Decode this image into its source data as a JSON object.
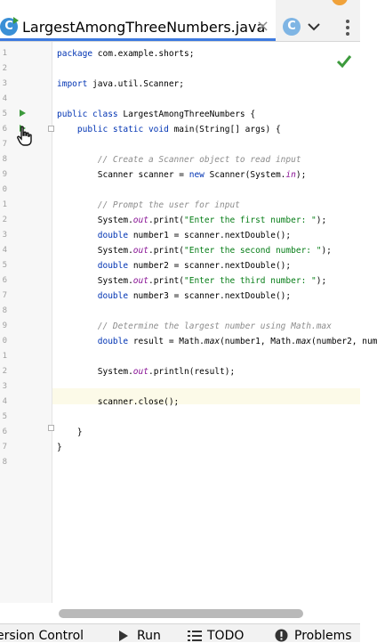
{
  "tabs": {
    "active_title": "LargestAmongThreeNumbers.java",
    "active_icon": "java-class-icon",
    "close_glyph": "×"
  },
  "gutter": {
    "line_numbers": [
      "1",
      "2",
      "3",
      "4",
      "5",
      "6",
      "7",
      "8",
      "9",
      "0",
      "1",
      "2",
      "3",
      "4",
      "5",
      "6",
      "7",
      "8",
      "9",
      "0",
      "1",
      "2",
      "3",
      "4",
      "5",
      "6",
      "7",
      "8"
    ]
  },
  "code": {
    "lines": [
      "package com.example.shorts;",
      "import java.util.Scanner;",
      "public class LargestAmongThreeNumbers {",
      "    public static void main(String[] args) {",
      "        // Create a Scanner object to read input",
      "        Scanner scanner = new Scanner(System.in);",
      "        // Prompt the user for input",
      "        System.out.print(\"Enter the first number: \");",
      "        double number1 = scanner.nextDouble();",
      "        System.out.print(\"Enter the second number: \");",
      "        double number2 = scanner.nextDouble();",
      "        System.out.print(\"Enter the third number: \");",
      "        double number3 = scanner.nextDouble();",
      "        // Determine the largest number using Math.max",
      "        double result = Math.max(number1, Math.max(number2, num",
      "        System.out.println(result);",
      "        scanner.close();",
      "    }",
      "}"
    ]
  },
  "statusbar": {
    "version_control": "ersion Control",
    "run": "Run",
    "todo": "TODO",
    "problems": "Problems"
  },
  "colors": {
    "keyword": "#0033b3",
    "comment": "#8c8c8c",
    "string": "#067d17",
    "static_field": "#871094",
    "accent": "#3d7ae0",
    "run_green": "#3c9a3c"
  }
}
